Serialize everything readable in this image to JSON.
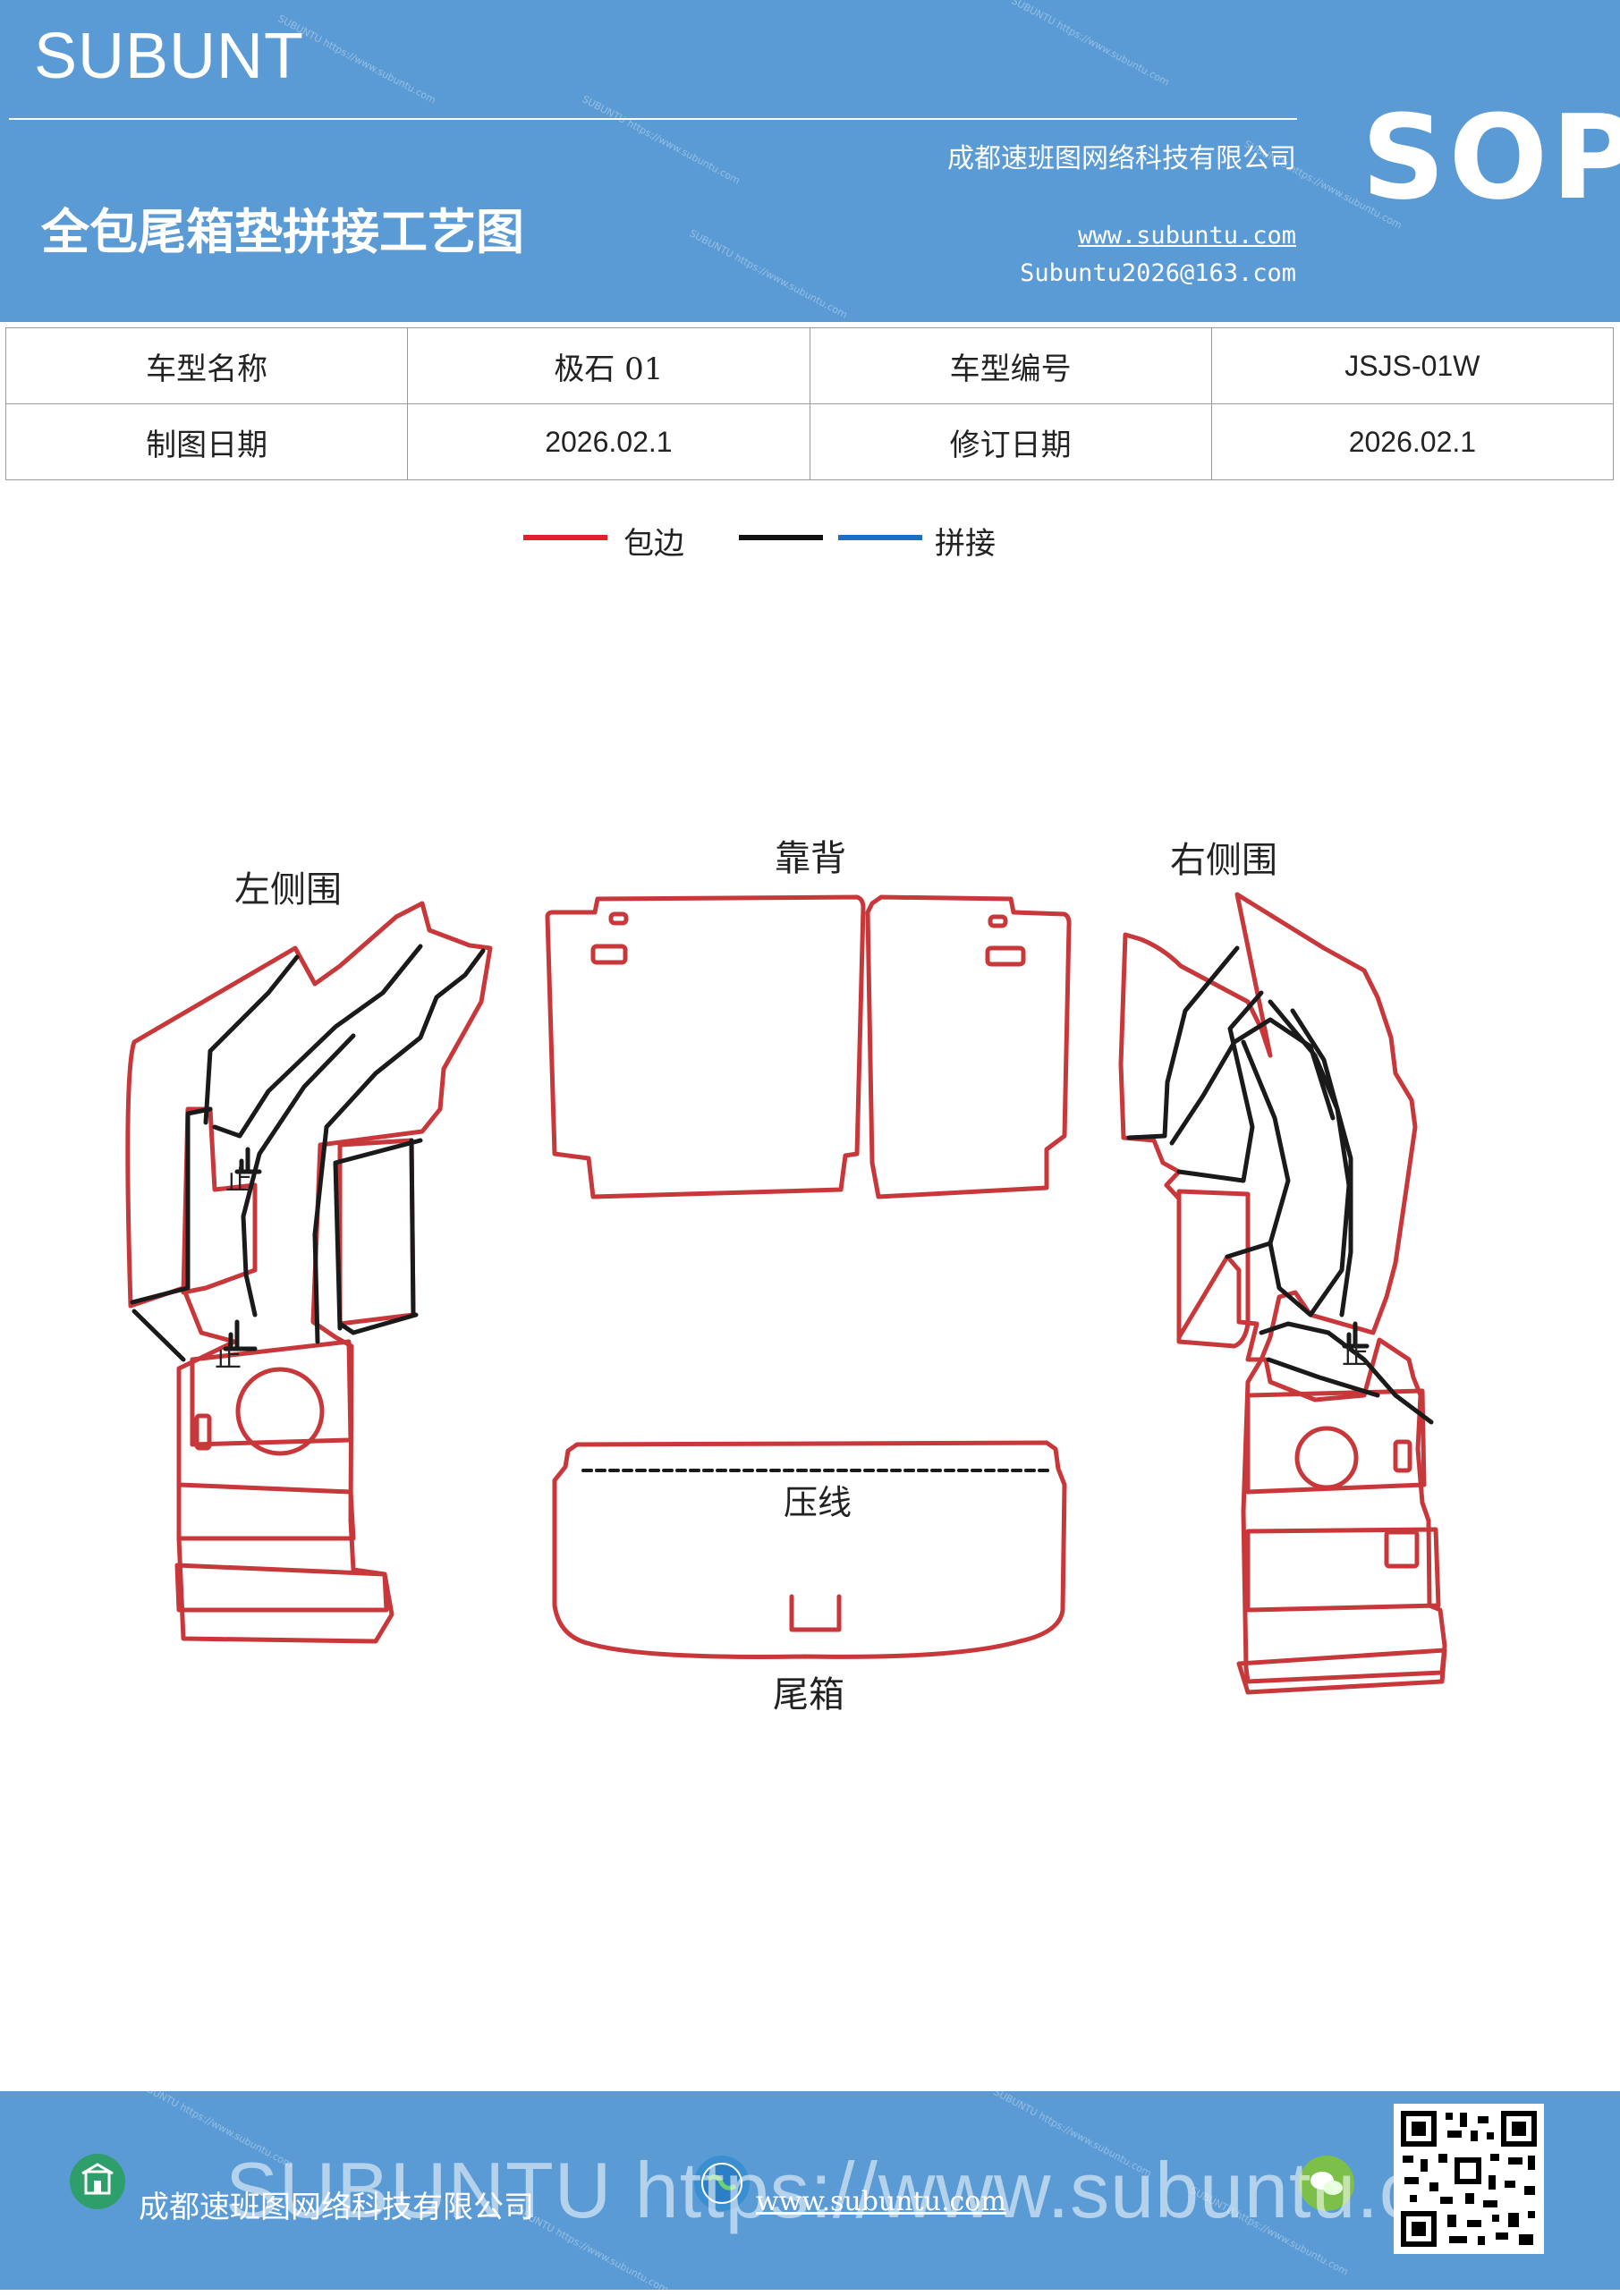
{
  "header": {
    "brand": "SUBUNT",
    "title": "全包尾箱垫拼接工艺图",
    "company": "成都速班图网络科技有限公司",
    "website": "www.subuntu.com",
    "email": "Subuntu2026@163.com",
    "badge": "SOP",
    "watermark": "SUBUNTU https://www.subuntu.com"
  },
  "info_table": {
    "rows": [
      {
        "label1": "车型名称",
        "value1": "极石 01",
        "label2": "车型编号",
        "value2": "JSJS-01W"
      },
      {
        "label1": "制图日期",
        "value1": "2026.02.1",
        "label2": "修订日期",
        "value2": "2026.02.1"
      }
    ]
  },
  "legend": {
    "items": [
      {
        "label": "包边",
        "color": "#e3202a"
      },
      {
        "label": "",
        "color": "#111111"
      },
      {
        "label": "拼接",
        "color": "#1a6fc4"
      }
    ]
  },
  "drawing": {
    "labels": {
      "left_side": "左侧围",
      "backrest": "靠背",
      "right_side": "右侧围",
      "trunk": "尾箱",
      "crease": "压线",
      "stop_mark": "止"
    },
    "edge_color": "#c8373a",
    "seam_color": "#1a1a1a"
  },
  "footer": {
    "company": "成都速班图网络科技有限公司",
    "website": "www.subuntu.com",
    "overlay": "SUBUNTU https://www.subuntu.com"
  }
}
